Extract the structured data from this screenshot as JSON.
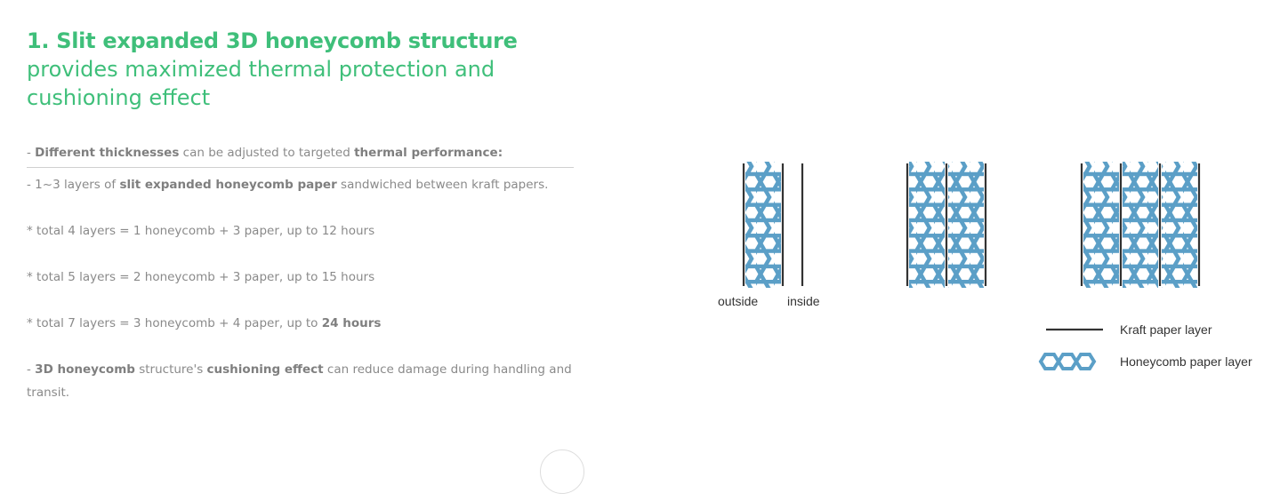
{
  "heading": {
    "bold": "1. Slit expanded 3D honeycomb structure",
    "light": "provides maximized thermal protection and cushioning effect"
  },
  "description": {
    "line1_dash": "- ",
    "line1_b1": "Different thicknesses",
    "line1_t1": " can be adjusted to targeted ",
    "line1_b2": "thermal performance:",
    "line2_dash": "- 1~3 layers of ",
    "line2_b1": "slit expanded honeycomb paper",
    "line2_t1": " sandwiched between kraft papers.",
    "item1": "* total 4 layers = 1 honeycomb + 3 paper, up to 12 hours",
    "item2": "* total 5 layers = 2 honeycomb + 3 paper, up to 15 hours",
    "item3_t": "* total 7 layers = 3 honeycomb + 4 paper, up to ",
    "item3_b": "24 hours",
    "line4_dash": "- ",
    "line4_b1": "3D honeycomb",
    "line4_t1": " structure's ",
    "line4_b2": "cushioning effect",
    "line4_t2": " can reduce damage during handling and transit."
  },
  "diagram": {
    "label_outside": "outside",
    "label_inside": "inside",
    "legend_kraft": "Kraft paper layer",
    "legend_honeycomb": "Honeycomb paper layer",
    "colors": {
      "kraft": "#333333",
      "honeycomb": "#5b9fc7"
    }
  }
}
